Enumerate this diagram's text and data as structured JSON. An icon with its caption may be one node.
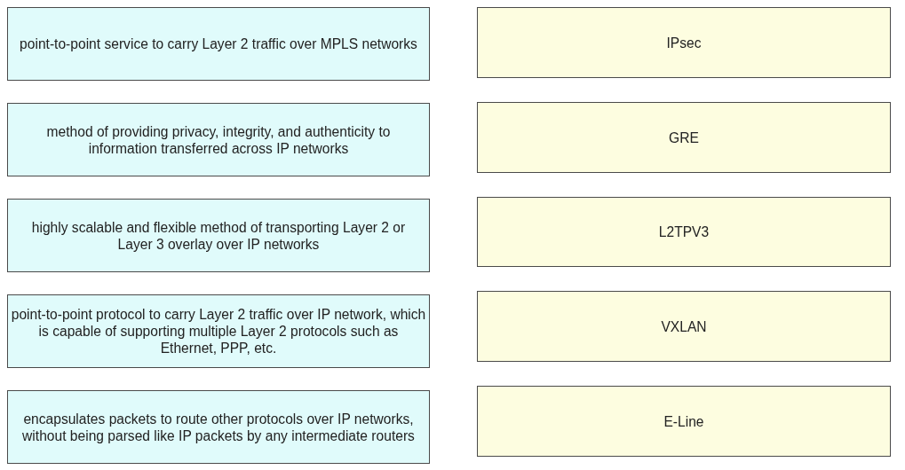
{
  "diagram": {
    "nodes": [
      {
        "text": [
          "point-to-point service to carry Layer 2 traffic over MPLS networks"
        ]
      },
      {
        "text": [
          "IPsec"
        ]
      },
      {
        "text": [
          "method of providing privacy, integrity, and authenticity to information transferred across IP networks"
        ]
      },
      {
        "text": [
          "GRE"
        ]
      },
      {
        "text": [
          "highly scalable and flexible method of transporting Layer 2 or Layer 3 overlay over IP networks"
        ]
      },
      {
        "text": [
          "L2TPV3"
        ]
      },
      {
        "text": [
          "point-to-point protocol to carry Layer 2 traffic over IP network, which is capable of supporting multiple Layer 2 protocols such as Ethernet, PPP, etc."
        ]
      },
      {
        "text": [
          "VXLAN"
        ]
      },
      {
        "text": [
          "encapsulates packets to route other protocols over IP networks, without being parsed like IP packets by any intermediate routers"
        ]
      },
      {
        "text": [
          "E-Line"
        ]
      }
    ]
  }
}
